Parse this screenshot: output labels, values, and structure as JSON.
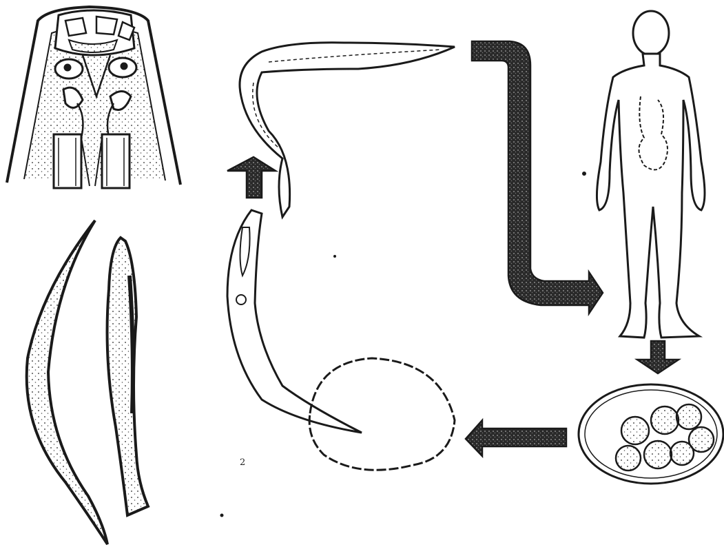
{
  "diagram": {
    "type": "life-cycle illustration",
    "stray_marks": [
      "2"
    ],
    "colors": {
      "ink": "#1a1a1a",
      "arrow_fill": "#3a3a3a",
      "stipple": "#555555",
      "background": "#ffffff"
    },
    "panels": [
      "worm-head-detail",
      "adult-worm-pair",
      "human-host",
      "egg-cluster",
      "egg-with-larva",
      "free-larva",
      "cycle-arrows"
    ]
  }
}
